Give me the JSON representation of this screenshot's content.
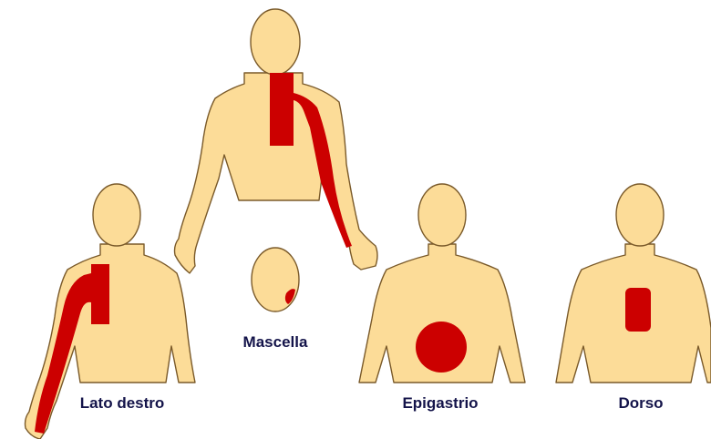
{
  "labels": {
    "jaw": "Mascella",
    "right_side": "Lato destro",
    "epigastric": "Epigastrio",
    "back": "Dorso"
  },
  "colors": {
    "skin": "#fcdc98",
    "outline": "#7a5a2a",
    "pain": "#cc0000",
    "label": "#14144a",
    "background": "#ffffff"
  }
}
